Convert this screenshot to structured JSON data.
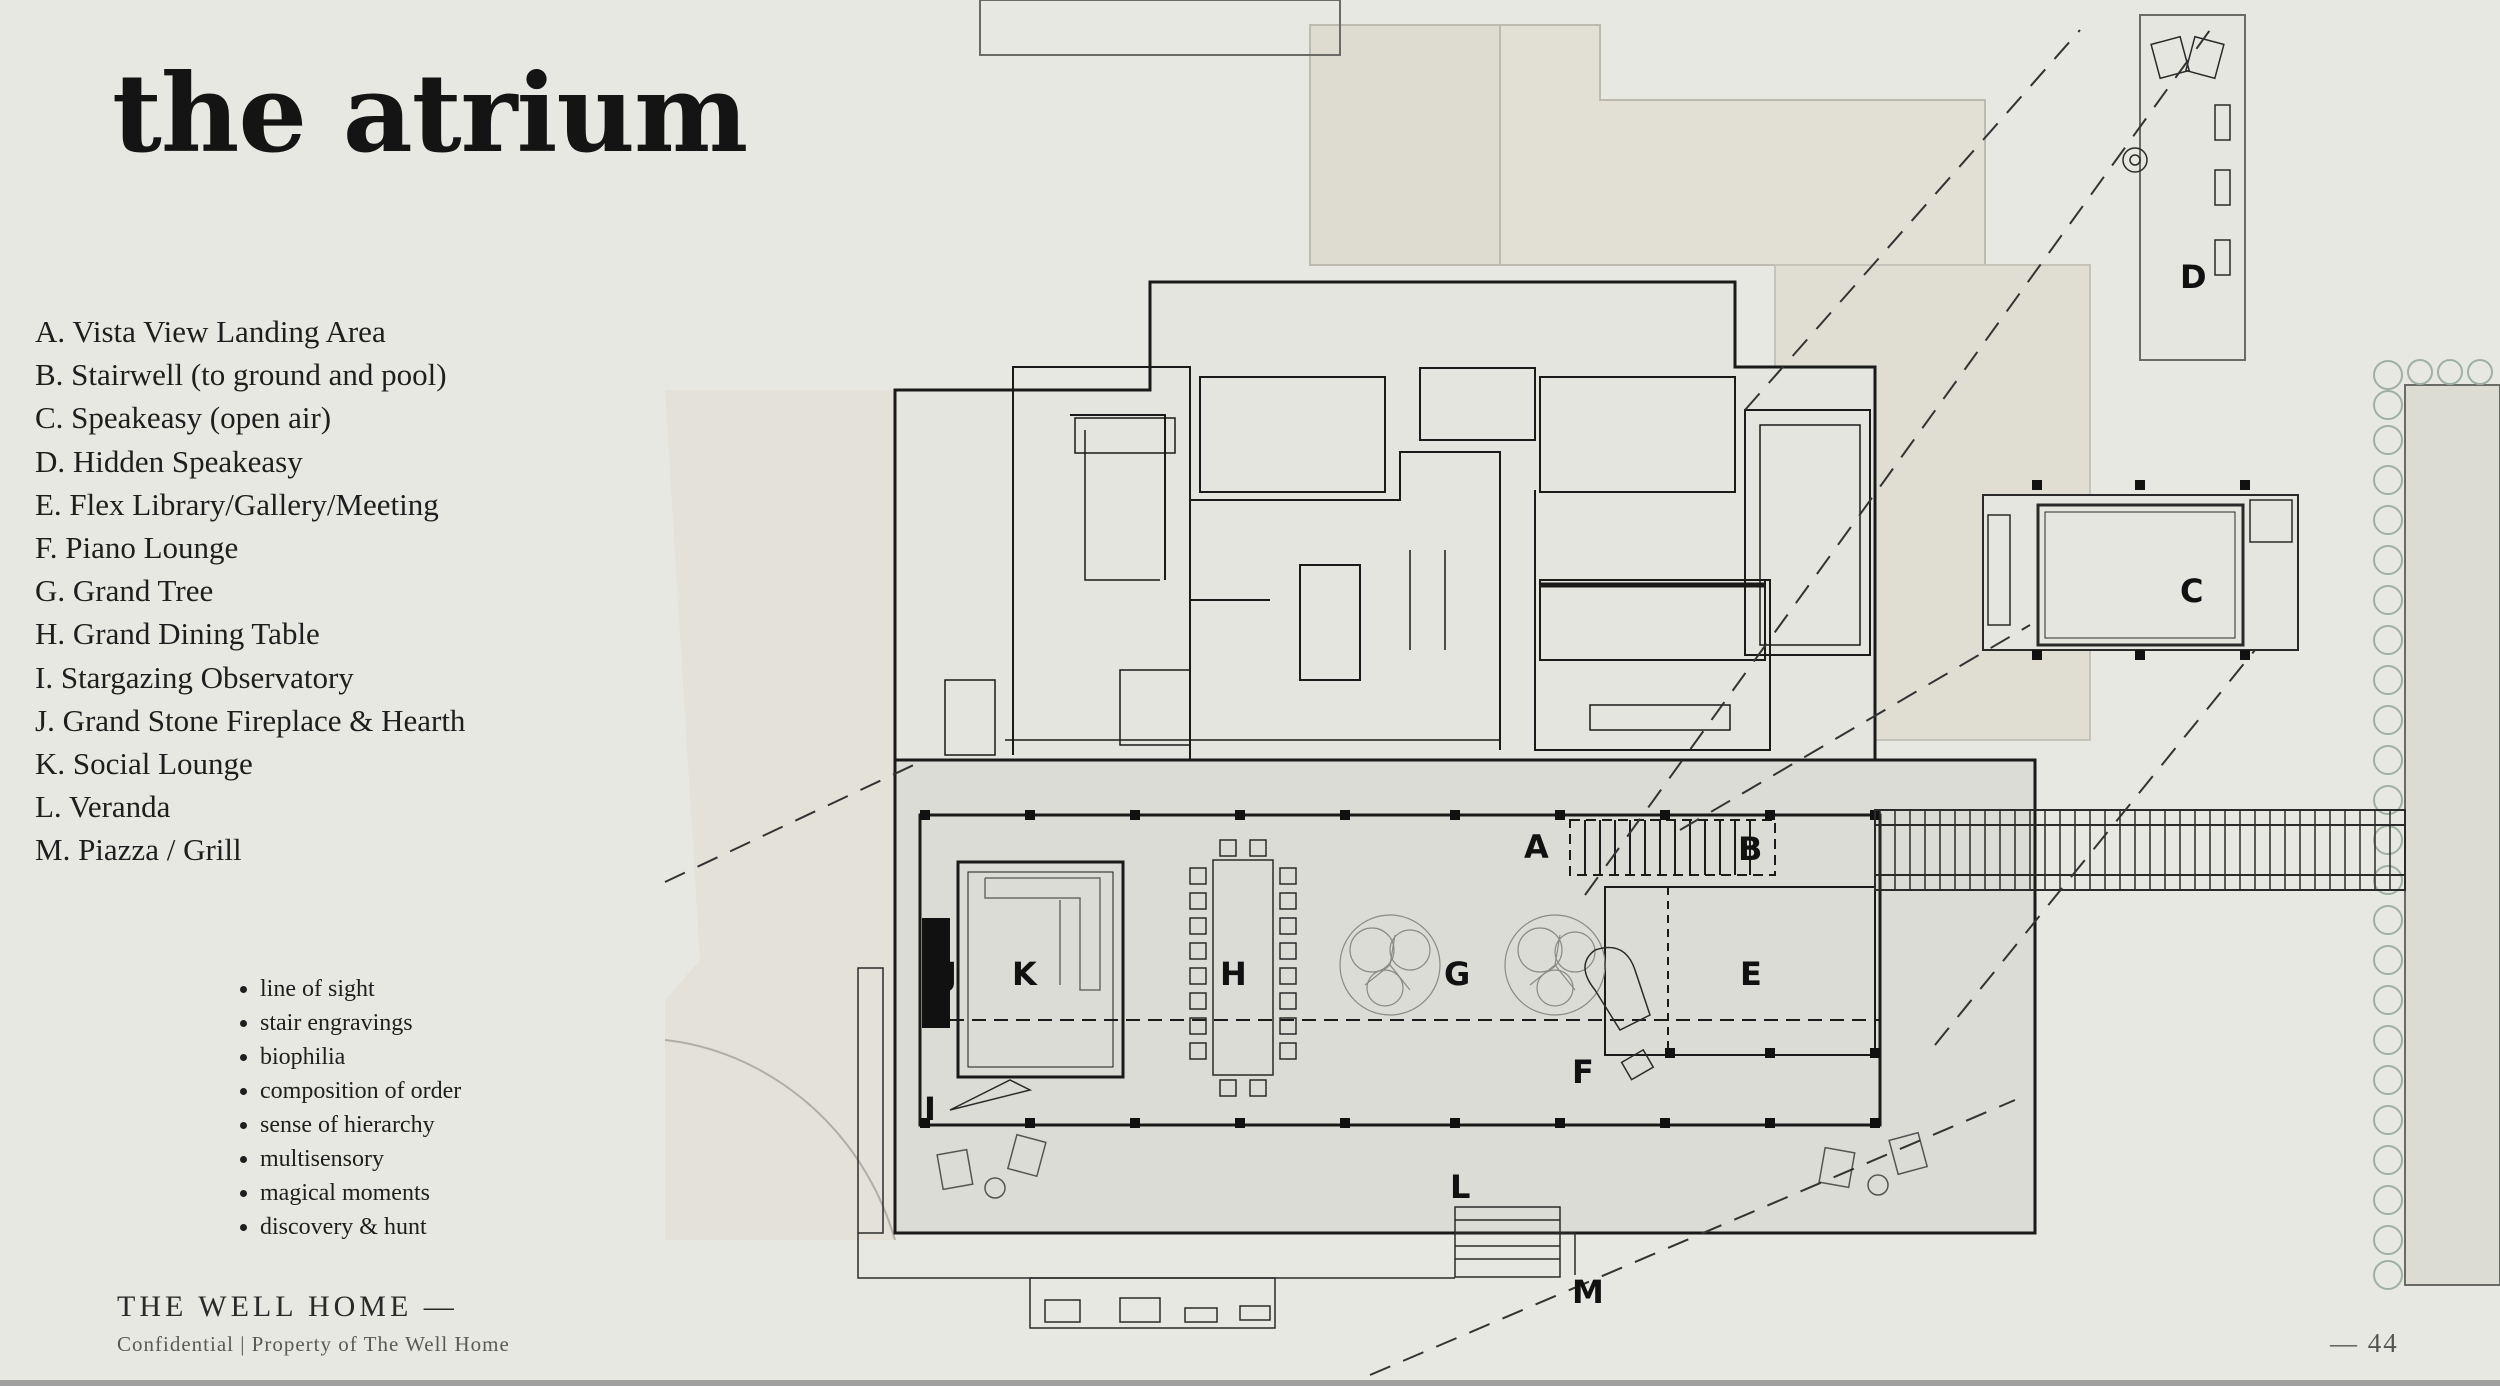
{
  "page": {
    "title": "the atrium",
    "page_number": "— 44"
  },
  "legend": [
    "A. Vista View Landing Area",
    "B. Stairwell (to ground and pool)",
    "C. Speakeasy (open air)",
    "D. Hidden Speakeasy",
    "E. Flex Library/Gallery/Meeting",
    "F. Piano Lounge",
    "G. Grand Tree",
    "H. Grand Dining Table",
    "I. Stargazing Observatory",
    "J. Grand Stone Fireplace & Hearth",
    "K. Social Lounge",
    "L. Veranda",
    "M. Piazza / Grill"
  ],
  "principles": [
    "line of sight",
    "stair engravings",
    "biophilia",
    "composition of order",
    "sense of hierarchy",
    "multisensory",
    "magical moments",
    "discovery & hunt"
  ],
  "footer": {
    "brand": "THE WELL HOME —",
    "confidential": "Confidential | Property of The Well Home"
  },
  "plan_labels": {
    "A": "A",
    "B": "B",
    "C": "C",
    "D": "D",
    "E": "E",
    "F": "F",
    "G": "G",
    "H": "H",
    "I": "I",
    "J": "J",
    "K": "K",
    "L": "L",
    "M": "M"
  },
  "colors": {
    "background": "#e8e8e2",
    "paving": "#dedbd0",
    "terrace": "#dcdcd6",
    "line": "#1a1a1a"
  }
}
